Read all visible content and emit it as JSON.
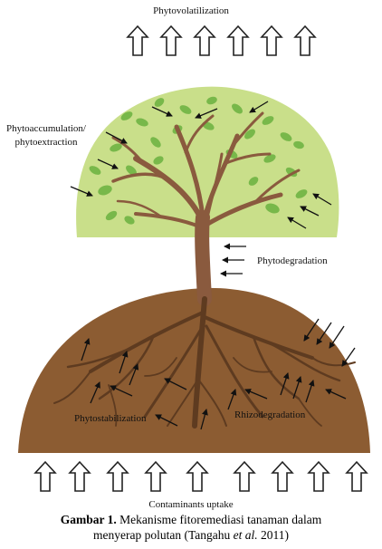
{
  "labels": {
    "phytovolatilization": "Phytovolatilization",
    "phytoaccumulation_line1": "Phytoaccumulation/",
    "phytoaccumulation_line2": "phytoextraction",
    "phytodegradation": "Phytodegradation",
    "phytostabilization": "Phytostabilization",
    "rhizodegradation": "Rhizodegradation",
    "contaminants_uptake": "Contaminants uptake"
  },
  "caption": {
    "number": "Gambar 1.",
    "text_line1": "Mekanisme fitoremediasi tanaman dalam",
    "text_line2_start": "menyerap polutan (Tangahu",
    "text_line2_italic": "et al.",
    "text_line2_end": "2011)"
  },
  "colors": {
    "canopy": "#c9df8a",
    "leaf": "#78b84a",
    "trunk": "#8a5a3e",
    "soil": "#8c5c32",
    "roots": "#5e3b20",
    "arrow_outline": "#222222"
  },
  "icons": {
    "upward_arrow": "hollow-up-arrow-icon",
    "pollutant_arrow": "thin-arrow-icon"
  }
}
